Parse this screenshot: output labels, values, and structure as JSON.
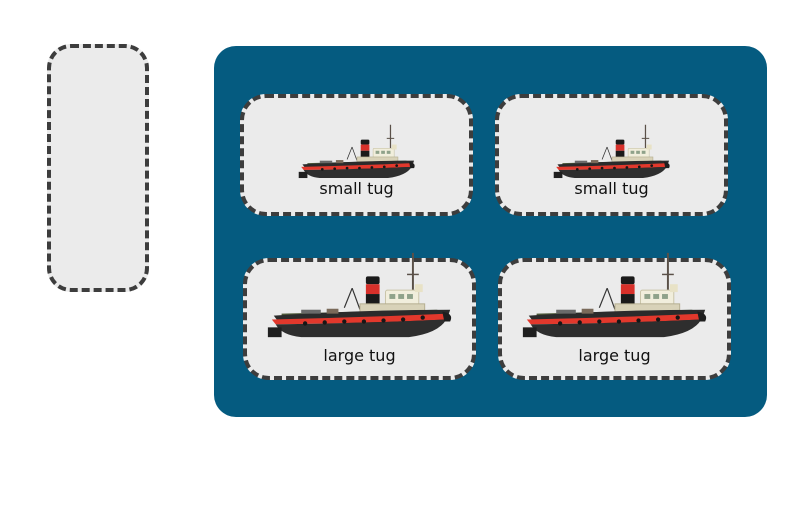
{
  "drop_zone": {},
  "cards": [
    {
      "label": "small tug",
      "size": "small"
    },
    {
      "label": "small tug",
      "size": "small"
    },
    {
      "label": "large tug",
      "size": "large"
    },
    {
      "label": "large tug",
      "size": "large"
    }
  ],
  "colors": {
    "panel": "#055b80",
    "card_bg": "#ebebeb",
    "dash": "#3d3d3d",
    "hull": "#2b2b2b",
    "stripe": "#e2382c",
    "cabin": "#f1eedc",
    "deck": "#4e5a3a",
    "funnel_black": "#1a1a1a",
    "funnel_red": "#d7302a"
  }
}
